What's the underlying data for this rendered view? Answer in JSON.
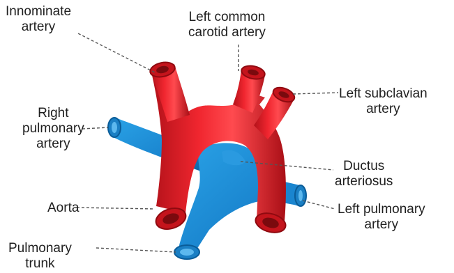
{
  "labels": {
    "innominate": [
      "Innominate",
      "artery"
    ],
    "left_common_carotid": [
      "Left common",
      "carotid artery"
    ],
    "left_subclavian": [
      "Left subclavian",
      "artery"
    ],
    "right_pulmonary": [
      "Right",
      "pulmonary",
      "artery"
    ],
    "ductus": [
      "Ductus",
      "arteriosus"
    ],
    "aorta": [
      "Aorta"
    ],
    "left_pulmonary": [
      "Left pulmonary",
      "artery"
    ],
    "pulmonary_trunk": [
      "Pulmonary",
      "trunk"
    ]
  },
  "colors": {
    "artery": "#e8202a",
    "artery_dark": "#a80f16",
    "artery_light": "#ff6a6a",
    "vein": "#1f8fd6",
    "vein_dark": "#0a5c98",
    "vein_light": "#6cc4f2",
    "leader": "#555555",
    "text": "#1f1f1f"
  }
}
